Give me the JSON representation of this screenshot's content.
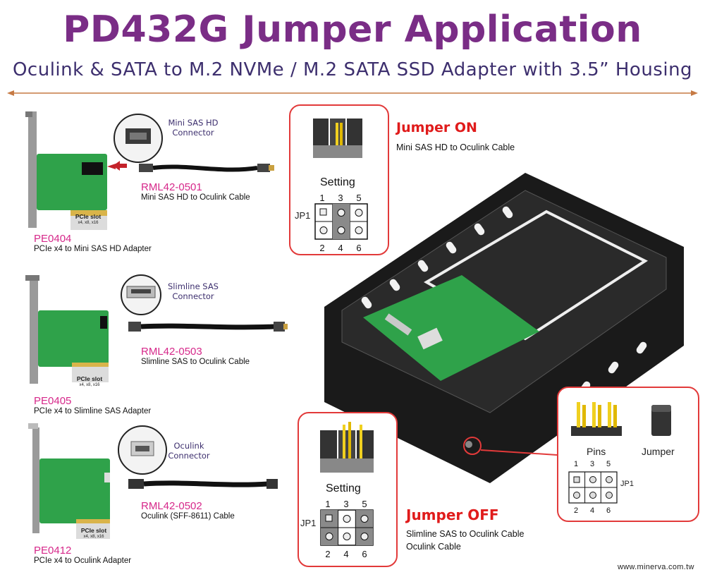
{
  "header": {
    "title": "PD432G Jumper Application",
    "subtitle": "Oculink & SATA to M.2 NVMe / M.2 SATA SSD Adapter with 3.5” Housing"
  },
  "products": [
    {
      "connector_label_1": "Mini SAS HD",
      "connector_label_2": "Connector",
      "cable_code": "RML42-0501",
      "cable_desc": "Mini SAS HD to Oculink Cable",
      "adapter_code": "PE0404",
      "adapter_desc": "PCIe x4 to Mini SAS HD Adapter",
      "slot_label": "PCIe slot",
      "slot_sub": "x4, x8, x16"
    },
    {
      "connector_label_1": "Slimline SAS",
      "connector_label_2": "Connector",
      "cable_code": "RML42-0503",
      "cable_desc": "Slimline SAS to Oculink Cable",
      "adapter_code": "PE0405",
      "adapter_desc": "PCIe x4 to Slimline SAS Adapter",
      "slot_label": "PCIe slot",
      "slot_sub": "x4, x8, x16"
    },
    {
      "connector_label_1": "Oculink",
      "connector_label_2": "Connector",
      "cable_code": "RML42-0502",
      "cable_desc": "Oculink (SFF-8611) Cable",
      "adapter_code": "PE0412",
      "adapter_desc": "PCIe x4 to Oculink Adapter",
      "slot_label": "PCIe slot",
      "slot_sub": "x4, x8, x16"
    }
  ],
  "jumper_on": {
    "heading": "Jumper ON",
    "desc": "Mini SAS HD to Oculink Cable",
    "setting": "Setting",
    "jp": "JP1",
    "top_pins": [
      "1",
      "3",
      "5"
    ],
    "bottom_pins": [
      "2",
      "4",
      "6"
    ]
  },
  "jumper_off": {
    "heading": "Jumper OFF",
    "desc_1": "Slimline SAS to Oculink Cable",
    "desc_2": "Oculink Cable",
    "setting": "Setting",
    "jp": "JP1",
    "top_pins": [
      "1",
      "3",
      "5"
    ],
    "bottom_pins": [
      "2",
      "4",
      "6"
    ]
  },
  "legend": {
    "pins_label": "Pins",
    "jumper_label": "Jumper",
    "jp": "JP1",
    "top_pins": [
      "1",
      "3",
      "5"
    ],
    "bottom_pins": [
      "2",
      "4",
      "6"
    ]
  },
  "footer": {
    "url": "www.minerva.com.tw"
  },
  "colors": {
    "title": "#7a2d86",
    "accent_red": "#e23a3a",
    "part_code": "#d6288a",
    "pcb_green": "#2fa24a"
  }
}
